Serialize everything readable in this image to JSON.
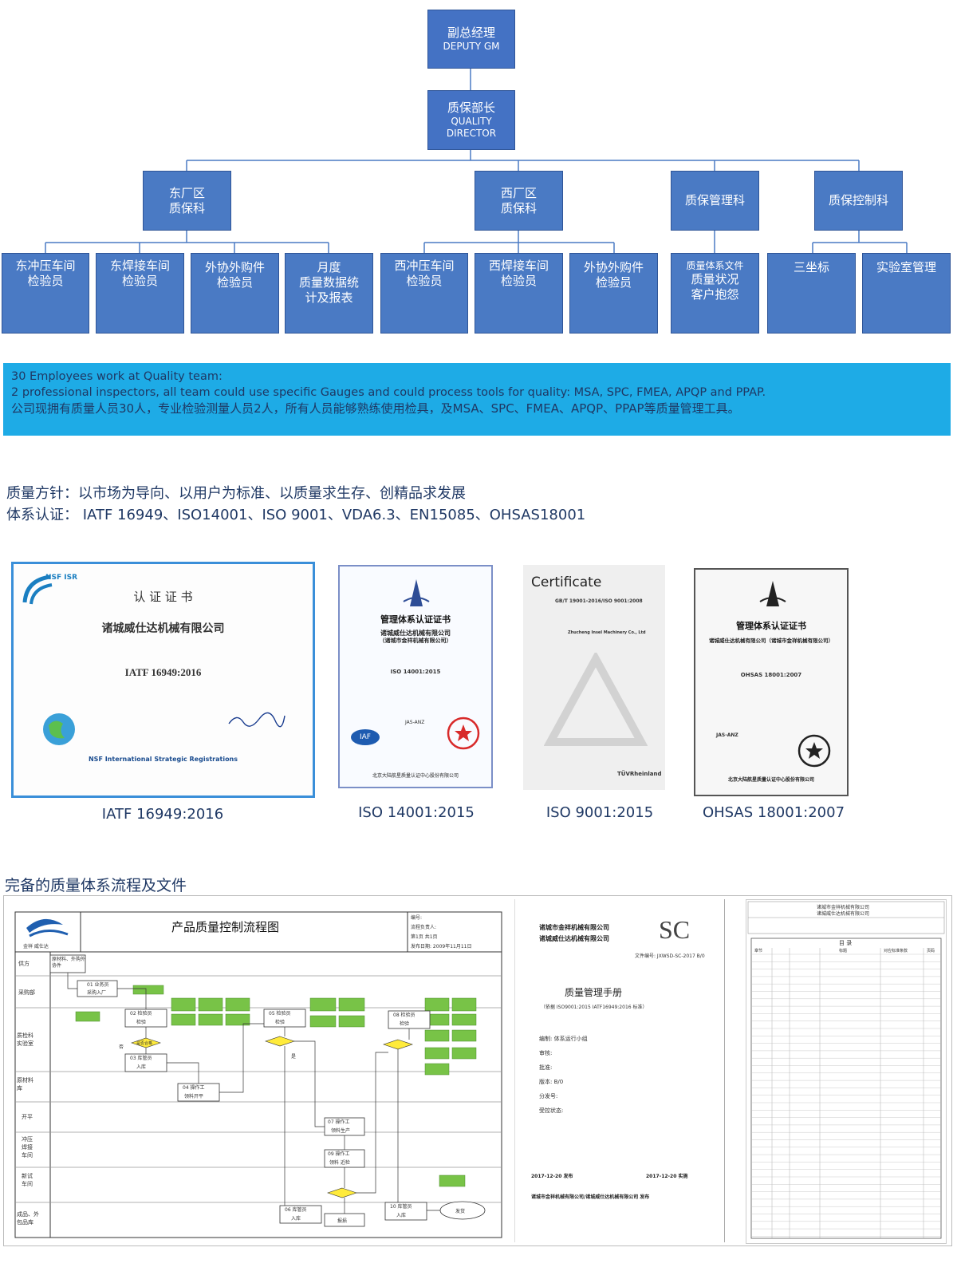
{
  "org": {
    "deputy_gm": {
      "zh": "副总经理",
      "en": "DEPUTY GM"
    },
    "quality_director": {
      "zh": "质保部长",
      "en1": "QUALITY",
      "en2": "DIRECTOR"
    },
    "departments": [
      {
        "l1": "东厂区",
        "l2": "质保科"
      },
      {
        "l1": "西厂区",
        "l2": "质保科"
      },
      {
        "l1": "质保管理科"
      },
      {
        "l1": "质保控制科"
      }
    ],
    "units": [
      {
        "l1": "东冲压车间",
        "l2": "检验员"
      },
      {
        "l1": "东焊接车间",
        "l2": "检验员"
      },
      {
        "l1": "外协外购件",
        "l2": "检验员"
      },
      {
        "l1": "月度",
        "l2": "质量数据统",
        "l3": "计及报表"
      },
      {
        "l1": "西冲压车间",
        "l2": "检验员"
      },
      {
        "l1": "西焊接车间",
        "l2": "检验员"
      },
      {
        "l1": "外协外购件",
        "l2": "检验员"
      },
      {
        "l1": "质量体系文件",
        "l2": "质量状况",
        "l3": "客户抱怨"
      },
      {
        "l1": "三坐标"
      },
      {
        "l1": "实验室管理"
      }
    ]
  },
  "info": {
    "line1": "30 Employees work at Quality team:",
    "line2": "2 professional inspectors, all team could use specific Gauges and could process tools for quality: MSA, SPC, FMEA, APQP and PPAP.",
    "line3": "公司现拥有质量人员30人，专业检验测量人员2人，所有人员能够熟练使用检具，及MSA、SPC、FMEA、APQP、PPAP等质量管理工具。"
  },
  "policy": {
    "line1": "质量方针：以市场为导向、以用户为标准、以质量求生存、创精品求发展",
    "line2": "体系认证： IATF 16949、ISO14001、ISO 9001、VDA6.3、EN15085、OHSAS18001"
  },
  "certs": [
    {
      "caption": "IATF 16949:2016",
      "logo": "NSF ISR",
      "title": "认 证 证 书",
      "company": "诸城威仕达机械有限公司",
      "standard": "IATF 16949:2016",
      "footer": "NSF International Strategic Registrations"
    },
    {
      "caption": "ISO 14001:2015",
      "title": "管理体系认证证书",
      "company": "诸城威仕达机械有限公司",
      "company2": "（诸城市金祥机械有限公司）",
      "standard": "ISO 14001:2015",
      "footer": "北京大陆航星质量认证中心股份有限公司",
      "badge1": "IAF",
      "badge2": "JAS-ANZ"
    },
    {
      "caption": "ISO 9001:2015",
      "title": "Certificate",
      "standard": "GB/T 19001-2016/ISO 9001:2008",
      "company": "Zhucheng Insel Machinery Co., Ltd",
      "footer": "TÜVRheinland"
    },
    {
      "caption": "OHSAS 18001:2007",
      "title": "管理体系认证证书",
      "company": "诸城威仕达机械有限公司（诸城市金祥机械有限公司）",
      "standard": "OHSAS 18001:2007",
      "footer": "北京大陆航星质量认证中心股份有限公司",
      "badge1": "JAS-ANZ"
    }
  ],
  "docs_title": "完备的质量体系流程及文件",
  "flowchart": {
    "title": "产品质量控制流程图",
    "logo_text": "金祥 威仕达",
    "meta": [
      "编号:",
      "流程负责人:",
      "第1页 共1页",
      "发布日期: 2009年11月11日"
    ],
    "lanes": [
      "供方",
      "采购部",
      "质检科\n实验室",
      "原材料\n库",
      "开平",
      "冲压\n焊接\n车间",
      "新试\n车间",
      "成品、外\n包品库"
    ],
    "nodes": [
      "原材料、外购外协件",
      "01 业务员",
      "采购入厂",
      "02 检验员",
      "检验",
      "03 库管员",
      "入库",
      "04 操作工",
      "领料开平",
      "05 检验员",
      "检验",
      "07 操作工",
      "领料生产",
      "09 操作工",
      "领料 近检",
      "08 检验员",
      "检验",
      "06 库管员",
      "入库",
      "10 库管员",
      "入库",
      "发货",
      "报损",
      "是否合格",
      "是",
      "否"
    ]
  },
  "manual": {
    "company1": "诸城市金祥机械有限公司",
    "company2": "诸城威仕达机械有限公司",
    "mark": "SC",
    "file_no": "文件编号: JXWSD-SC-2017 B/0",
    "title": "质量管理手册",
    "basis": "（依据 ISO9001:2015    IATF16949:2016 标准）",
    "fields": [
      "编制: 体系运行小组",
      "审核:",
      "批准:",
      "版本: B/0",
      "分发号:",
      "受控状态:"
    ],
    "dates": [
      "2017-12-20 发布",
      "2017-12-20 实施"
    ],
    "footer": "诸城市金祥机械有限公司/诸城威仕达机械有限公司  发布"
  },
  "toc": {
    "header": "目 录",
    "companies": [
      "诸城市金祥机械有限公司",
      "诸城威仕达机械有限公司"
    ],
    "cols": [
      "章节",
      "标题",
      "对应标准条款",
      "页码"
    ]
  }
}
